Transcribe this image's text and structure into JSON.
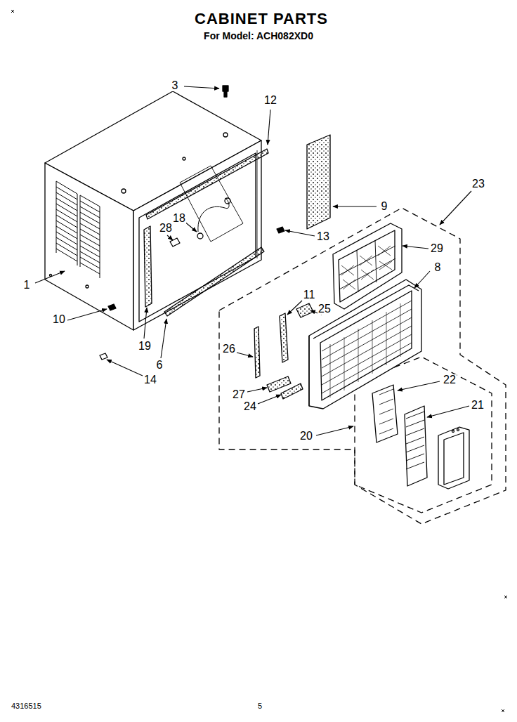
{
  "diagram": {
    "title": "CABINET PARTS",
    "labels": [
      "For Model: ACH082XD0",
      "3",
      "12",
      "9",
      "23",
      "13",
      "29",
      "28",
      "18",
      "8",
      "1",
      "11",
      "25",
      "10",
      "19",
      "26",
      "6",
      "22",
      "14",
      "27",
      "21",
      "24",
      "20",
      "4316515",
      "5"
    ]
  }
}
